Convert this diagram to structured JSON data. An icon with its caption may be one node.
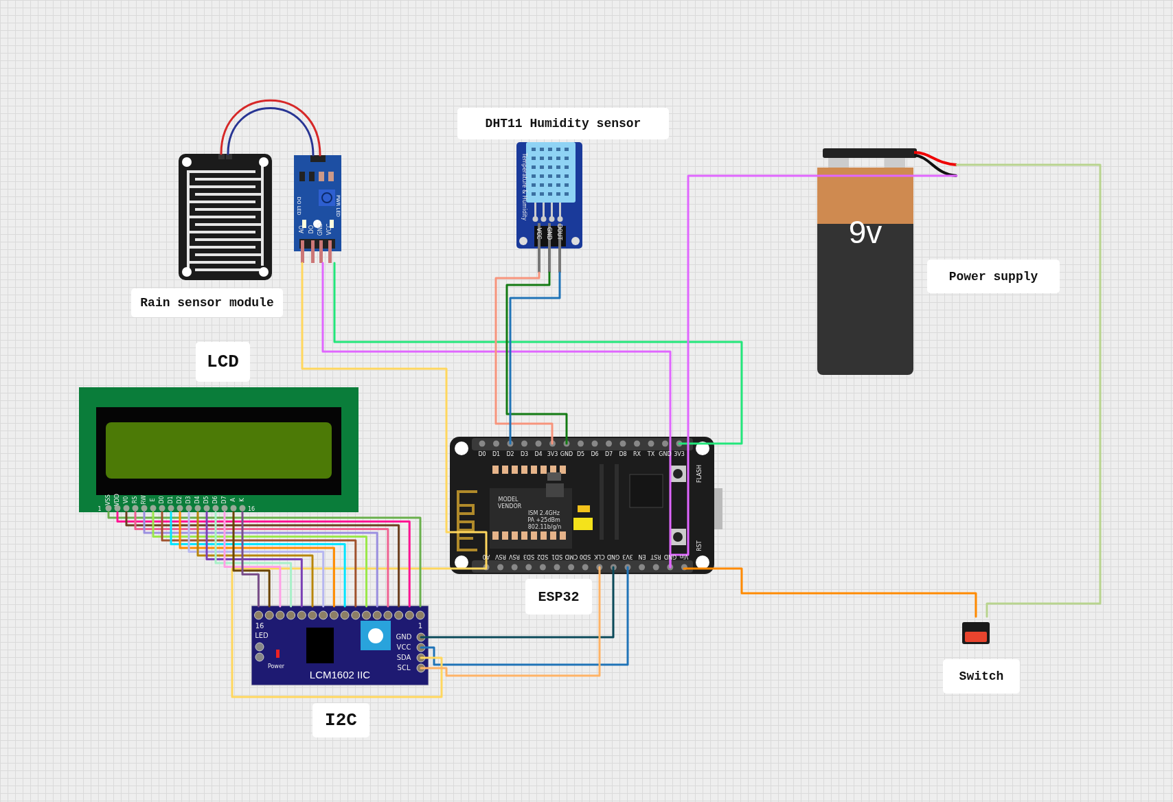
{
  "diagram": {
    "nodes": [
      {
        "text": [],
        "shape": "picture",
        "beside": [
          "Rain sensor module"
        ]
      },
      {
        "text": [],
        "shape": "picture"
      },
      {
        "text": [],
        "shape": "picture",
        "beside": [
          "DHT11 Humidity sensor"
        ]
      },
      {
        "text": [],
        "shape": "picture",
        "beside": [
          "LCD"
        ]
      },
      {
        "text": [],
        "shape": "picture",
        "beside": [
          "ESP32"
        ]
      },
      {
        "text": [
          "LCM1602 IIC"
        ],
        "beside": [
          "I2C"
        ]
      },
      {
        "text": [
          "9v"
        ],
        "beside": [
          "Power supply"
        ]
      },
      {
        "text": [],
        "shape": "picture",
        "beside": [
          "Switch"
        ]
      }
    ],
    "edges": [
      {
        "from": 0,
        "to": 1,
        "arrow": "none",
        "color": "#d62828"
      },
      {
        "from": 0,
        "to": 1,
        "arrow": "none",
        "color": "#283593"
      },
      {
        "from": 1,
        "to": 4,
        "arrow": "none",
        "color": "#ffd75e"
      },
      {
        "from": 1,
        "to": 4,
        "arrow": "none",
        "color": "#e066ff"
      },
      {
        "from": 1,
        "to": 4,
        "arrow": "none",
        "color": "#22e67a"
      },
      {
        "from": 2,
        "to": 4,
        "arrow": "none",
        "color": "#f7947c"
      },
      {
        "from": 2,
        "to": 4,
        "arrow": "none",
        "color": "#137a13"
      },
      {
        "from": 2,
        "to": 4,
        "arrow": "none",
        "color": "#1f73b7"
      },
      {
        "from": 6,
        "to": 4,
        "arrow": "none",
        "color": "#e066ff"
      },
      {
        "from": 6,
        "to": 7,
        "arrow": "none",
        "color": "#b8d48e"
      },
      {
        "from": 7,
        "to": 4,
        "arrow": "none",
        "color": "#ff8a00"
      },
      {
        "from": 5,
        "to": 4,
        "arrow": "none",
        "color": "#0b4a5a"
      },
      {
        "from": 5,
        "to": 4,
        "arrow": "none",
        "color": "#1f73b7"
      },
      {
        "from": 5,
        "to": 4,
        "arrow": "none",
        "color": "#ffd75e"
      },
      {
        "from": 5,
        "to": 4,
        "arrow": "none",
        "color": "#ffb366"
      },
      {
        "from": 3,
        "to": 5,
        "arrow": "none",
        "color": "#6ab04c"
      },
      {
        "from": 3,
        "to": 5,
        "arrow": "none",
        "color": "#ff1493"
      },
      {
        "from": 3,
        "to": 5,
        "arrow": "none",
        "color": "#6b3e1e"
      },
      {
        "from": 3,
        "to": 5,
        "arrow": "none",
        "color": "#f06292"
      },
      {
        "from": 3,
        "to": 5,
        "arrow": "none",
        "color": "#9b8fe0"
      },
      {
        "from": 3,
        "to": 5,
        "arrow": "none",
        "color": "#9be84a"
      },
      {
        "from": 3,
        "to": 5,
        "arrow": "none",
        "color": "#a0522d"
      },
      {
        "from": 3,
        "to": 5,
        "arrow": "none",
        "color": "#00e5ff"
      },
      {
        "from": 3,
        "to": 5,
        "arrow": "none",
        "color": "#ff8c00"
      },
      {
        "from": 3,
        "to": 5,
        "arrow": "none",
        "color": "#b7b7f0"
      },
      {
        "from": 3,
        "to": 5,
        "arrow": "none",
        "color": "#b8860b"
      },
      {
        "from": 3,
        "to": 5,
        "arrow": "none",
        "color": "#7b3fb5"
      },
      {
        "from": 3,
        "to": 5,
        "arrow": "none",
        "color": "#a8f0c8"
      },
      {
        "from": 3,
        "to": 5,
        "arrow": "none",
        "color": "#ffa0e6"
      },
      {
        "from": 3,
        "to": 5,
        "arrow": "none",
        "color": "#6b4400"
      },
      {
        "from": 3,
        "to": 5,
        "arrow": "none",
        "color": "#7a4f8a"
      }
    ],
    "labels": [
      "D0",
      "D1",
      "D2",
      "D3",
      "D4",
      "3V3",
      "GND",
      "D5",
      "D6",
      "D7",
      "D8",
      "RX",
      "TX",
      "GND",
      "3V3",
      "A0",
      "RSV",
      "RSV",
      "SD3",
      "SD2",
      "SD1",
      "CMD",
      "SD0",
      "CLK",
      "GND",
      "3V3",
      "EN",
      "RST",
      "GND",
      "Vin",
      "FLASH",
      "RST",
      "MODEL",
      "VENDOR",
      "ISM 2.4GHz",
      "PA +25dBm",
      "802.11b/g/n",
      "AO",
      "DO",
      "GND",
      "VCC",
      "DO LED",
      "PWR LED",
      "Temperature & Humidity",
      "VCC",
      "GND",
      "DOUT",
      "16",
      "LED",
      "Power",
      "1",
      "GND",
      "VCC",
      "SDA",
      "SCL",
      "VSS",
      "VDD",
      "V0",
      "RS",
      "RW",
      "E",
      "D0",
      "D1",
      "D2",
      "D3",
      "D4",
      "D5",
      "D6",
      "D7",
      "A",
      "K",
      "1",
      "16"
    ]
  }
}
